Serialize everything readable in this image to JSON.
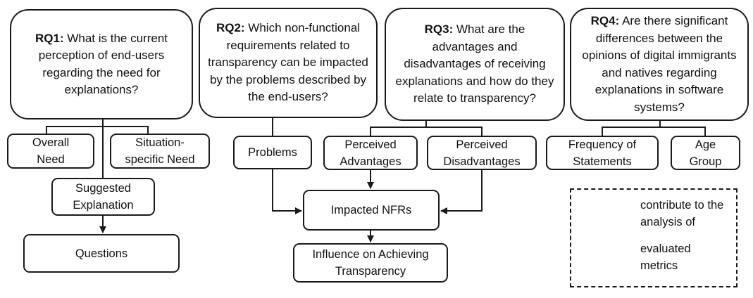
{
  "rq1": {
    "label": "RQ1:",
    "text": "What is the current perception of end-users regarding the need for explanations?"
  },
  "rq2": {
    "label": "RQ2:",
    "text": "Which non-functional requirements related to transparency can be impacted by the problems described by the end-users?"
  },
  "rq3": {
    "label": "RQ3:",
    "text": "What are the advantages and disadvantages of receiving explanations and how do they relate to transparency?"
  },
  "rq4": {
    "label": "RQ4:",
    "text": "Are there significant differences between the opinions of digital immigrants and natives regarding explanations in software systems?"
  },
  "nodes": {
    "overall_need": "Overall Need",
    "situation_need": "Situation-specific Need",
    "suggested_explanation": "Suggested Explanation",
    "questions": "Questions",
    "problems": "Problems",
    "perceived_advantages": "Perceived Advantages",
    "perceived_disadvantages": "Perceived Disadvantages",
    "impacted_nfrs": "Impacted NFRs",
    "influence": "Influence on Achieving Transparency",
    "frequency": "Frequency of Statements",
    "age_group": "Age Group"
  },
  "legend": {
    "arrow_label": "contribute to the analysis of",
    "line_label": "evaluated metrics"
  }
}
